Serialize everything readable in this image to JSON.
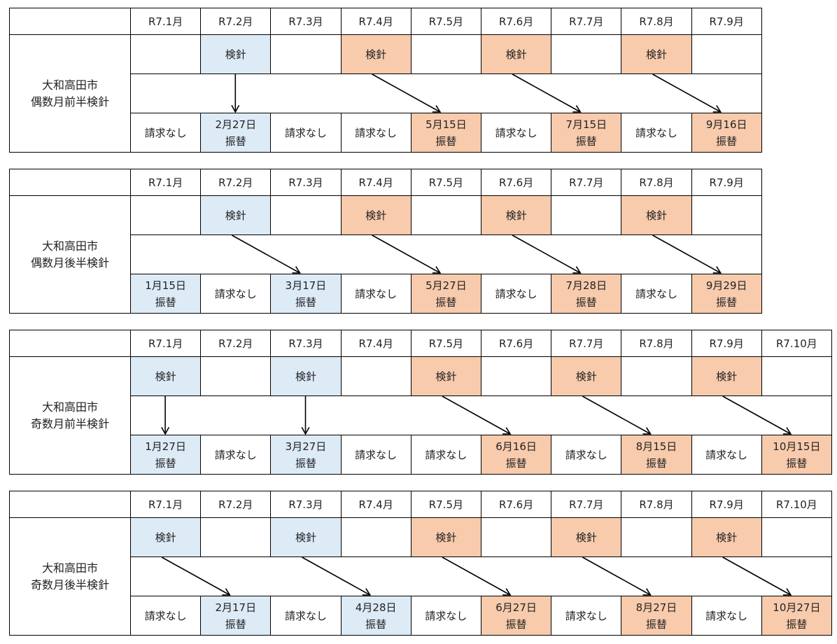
{
  "colors": {
    "blue": "#ddebf7",
    "orange": "#f8cbad",
    "border": "#000000"
  },
  "schedules": [
    {
      "label_line1": "大和高田市",
      "label_line2": "偶数月前半検針",
      "months": [
        "R7.1月",
        "R7.2月",
        "R7.3月",
        "R7.4月",
        "R7.5月",
        "R7.6月",
        "R7.7月",
        "R7.8月",
        "R7.9月"
      ],
      "reading": [
        "",
        "検針",
        "",
        "検針",
        "",
        "検針",
        "",
        "検針",
        ""
      ],
      "reading_color": [
        "",
        "blue",
        "",
        "orange",
        "",
        "orange",
        "",
        "orange",
        ""
      ],
      "billing": [
        {
          "line1": "請求なし",
          "line2": ""
        },
        {
          "line1": "2月27日",
          "line2": "振替"
        },
        {
          "line1": "請求なし",
          "line2": ""
        },
        {
          "line1": "請求なし",
          "line2": ""
        },
        {
          "line1": "5月15日",
          "line2": "振替"
        },
        {
          "line1": "請求なし",
          "line2": ""
        },
        {
          "line1": "7月15日",
          "line2": "振替"
        },
        {
          "line1": "請求なし",
          "line2": ""
        },
        {
          "line1": "9月16日",
          "line2": "振替"
        }
      ],
      "billing_color": [
        "",
        "blue",
        "",
        "",
        "orange",
        "",
        "orange",
        "",
        "orange"
      ],
      "arrows": [
        {
          "from": 1,
          "to": 1
        },
        {
          "from": 3,
          "to": 4
        },
        {
          "from": 5,
          "to": 6
        },
        {
          "from": 7,
          "to": 8
        }
      ]
    },
    {
      "label_line1": "大和高田市",
      "label_line2": "偶数月後半検針",
      "months": [
        "R7.1月",
        "R7.2月",
        "R7.3月",
        "R7.4月",
        "R7.5月",
        "R7.6月",
        "R7.7月",
        "R7.8月",
        "R7.9月"
      ],
      "reading": [
        "",
        "検針",
        "",
        "検針",
        "",
        "検針",
        "",
        "検針",
        ""
      ],
      "reading_color": [
        "",
        "blue",
        "",
        "orange",
        "",
        "orange",
        "",
        "orange",
        ""
      ],
      "billing": [
        {
          "line1": "1月15日",
          "line2": "振替"
        },
        {
          "line1": "請求なし",
          "line2": ""
        },
        {
          "line1": "3月17日",
          "line2": "振替"
        },
        {
          "line1": "請求なし",
          "line2": ""
        },
        {
          "line1": "5月27日",
          "line2": "振替"
        },
        {
          "line1": "請求なし",
          "line2": ""
        },
        {
          "line1": "7月28日",
          "line2": "振替"
        },
        {
          "line1": "請求なし",
          "line2": ""
        },
        {
          "line1": "9月29日",
          "line2": "振替"
        }
      ],
      "billing_color": [
        "blue",
        "",
        "blue",
        "",
        "orange",
        "",
        "orange",
        "",
        "orange"
      ],
      "arrows": [
        {
          "from": 1,
          "to": 2
        },
        {
          "from": 3,
          "to": 4
        },
        {
          "from": 5,
          "to": 6
        },
        {
          "from": 7,
          "to": 8
        }
      ]
    },
    {
      "label_line1": "大和高田市",
      "label_line2": "奇数月前半検針",
      "months": [
        "R7.1月",
        "R7.2月",
        "R7.3月",
        "R7.4月",
        "R7.5月",
        "R7.6月",
        "R7.7月",
        "R7.8月",
        "R7.9月",
        "R7.10月"
      ],
      "reading": [
        "検針",
        "",
        "検針",
        "",
        "検針",
        "",
        "検針",
        "",
        "検針",
        ""
      ],
      "reading_color": [
        "blue",
        "",
        "blue",
        "",
        "orange",
        "",
        "orange",
        "",
        "orange",
        ""
      ],
      "billing": [
        {
          "line1": "1月27日",
          "line2": "振替"
        },
        {
          "line1": "請求なし",
          "line2": ""
        },
        {
          "line1": "3月27日",
          "line2": "振替"
        },
        {
          "line1": "請求なし",
          "line2": ""
        },
        {
          "line1": "請求なし",
          "line2": ""
        },
        {
          "line1": "6月16日",
          "line2": "振替"
        },
        {
          "line1": "請求なし",
          "line2": ""
        },
        {
          "line1": "8月15日",
          "line2": "振替"
        },
        {
          "line1": "請求なし",
          "line2": ""
        },
        {
          "line1": "10月15日",
          "line2": "振替"
        }
      ],
      "billing_color": [
        "blue",
        "",
        "blue",
        "",
        "",
        "orange",
        "",
        "orange",
        "",
        "orange"
      ],
      "arrows": [
        {
          "from": 0,
          "to": 0
        },
        {
          "from": 2,
          "to": 2
        },
        {
          "from": 4,
          "to": 5
        },
        {
          "from": 6,
          "to": 7
        },
        {
          "from": 8,
          "to": 9
        }
      ]
    },
    {
      "label_line1": "大和高田市",
      "label_line2": "奇数月後半検針",
      "months": [
        "R7.1月",
        "R7.2月",
        "R7.3月",
        "R7.4月",
        "R7.5月",
        "R7.6月",
        "R7.7月",
        "R7.8月",
        "R7.9月",
        "R7.10月"
      ],
      "reading": [
        "検針",
        "",
        "検針",
        "",
        "検針",
        "",
        "検針",
        "",
        "検針",
        ""
      ],
      "reading_color": [
        "blue",
        "",
        "blue",
        "",
        "orange",
        "",
        "orange",
        "",
        "orange",
        ""
      ],
      "billing": [
        {
          "line1": "請求なし",
          "line2": ""
        },
        {
          "line1": "2月17日",
          "line2": "振替"
        },
        {
          "line1": "請求なし",
          "line2": ""
        },
        {
          "line1": "4月28日",
          "line2": "振替"
        },
        {
          "line1": "請求なし",
          "line2": ""
        },
        {
          "line1": "6月27日",
          "line2": "振替"
        },
        {
          "line1": "請求なし",
          "line2": ""
        },
        {
          "line1": "8月27日",
          "line2": "振替"
        },
        {
          "line1": "請求なし",
          "line2": ""
        },
        {
          "line1": "10月27日",
          "line2": "振替"
        }
      ],
      "billing_color": [
        "",
        "blue",
        "",
        "blue",
        "",
        "orange",
        "",
        "orange",
        "",
        "orange"
      ],
      "arrows": [
        {
          "from": 0,
          "to": 1
        },
        {
          "from": 2,
          "to": 3
        },
        {
          "from": 4,
          "to": 5
        },
        {
          "from": 6,
          "to": 7
        },
        {
          "from": 8,
          "to": 9
        }
      ]
    }
  ]
}
